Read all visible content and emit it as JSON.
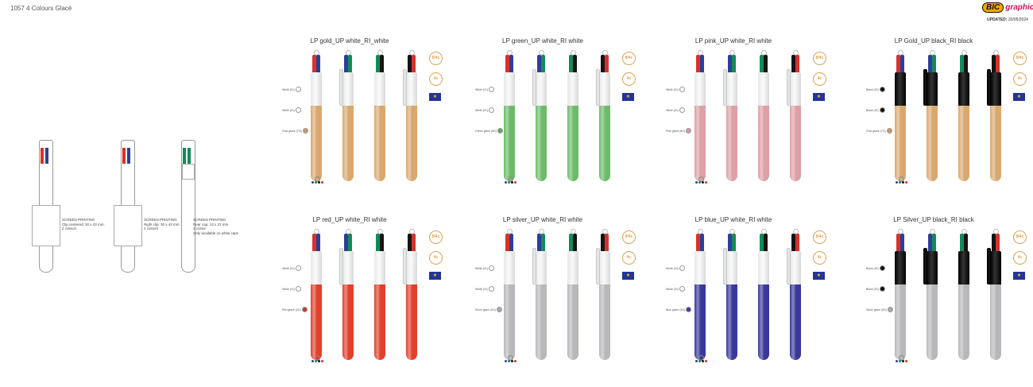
{
  "header": {
    "title": "1057 4 Colours Glacé",
    "logo_brand": "BIC",
    "logo_sub": "graphic",
    "updated_label": "UPDATED:",
    "updated_date": "20/05/2024"
  },
  "tech": [
    {
      "text": [
        "SCREEN PRINTING",
        "Clip centered: 30 x 43 mm.",
        "2 colours"
      ]
    },
    {
      "text": [
        "SCREEN PRINTING",
        "Right clip: 30 x 43 mm.",
        "2 colours"
      ]
    },
    {
      "text": [
        "SCREEN PRINTING",
        "Rear cap: 13 x 22 mm.",
        "1 colour",
        "Only available on white caps"
      ]
    }
  ],
  "colors": {
    "red": "#d8322a",
    "blue": "#2c3f97",
    "green": "#138a5a",
    "black": "#151515"
  },
  "panels": [
    {
      "title": "LP gold_UP white_RI_white",
      "caps": "white",
      "barrel": "#d9a870",
      "swatches": [
        "White (01)",
        "White (01)",
        "Gold glacé (7G)"
      ],
      "swatch_colors": [
        "#fff",
        "#fff",
        "#c89a62"
      ]
    },
    {
      "title": "LP green_UP white_RI white",
      "caps": "white",
      "barrel": "#6dbb6a",
      "swatches": [
        "White (01)",
        "White (01)",
        "Green glacé (8G)"
      ],
      "swatch_colors": [
        "#fff",
        "#fff",
        "#5aaa58"
      ]
    },
    {
      "title": "LP pink_UP white_RI white",
      "caps": "white",
      "barrel": "#dca0a6",
      "swatches": [
        "White (01)",
        "White (01)",
        "Pink glacé (6G)"
      ],
      "swatch_colors": [
        "#fff",
        "#fff",
        "#d39aa0"
      ]
    },
    {
      "title": "LP Gold_UP black_RI black",
      "caps": "black",
      "barrel": "#d9a870",
      "swatches": [
        "Black (02)",
        "Black (02)",
        "Gold glacé (7G)"
      ],
      "swatch_colors": [
        "#111",
        "#111",
        "#c89a62"
      ]
    },
    {
      "title": "LP red_UP white_RI white",
      "caps": "white",
      "barrel": "#e0412c",
      "swatches": [
        "White (01)",
        "White (01)",
        "Red glacé (3G)"
      ],
      "swatch_colors": [
        "#fff",
        "#fff",
        "#c9392a"
      ]
    },
    {
      "title": "LP silver_UP white_RI white",
      "caps": "white",
      "barrel": "#b8b8bc",
      "swatches": [
        "White (01)",
        "White (01)",
        "Silver glacé (0G)"
      ],
      "swatch_colors": [
        "#fff",
        "#fff",
        "#aaa"
      ]
    },
    {
      "title": "LP blue_UP white_RI white",
      "caps": "white",
      "barrel": "#38399a",
      "swatches": [
        "White (01)",
        "White (01)",
        "Blue glacé (4G)"
      ],
      "swatch_colors": [
        "#fff",
        "#fff",
        "#3a3da0"
      ]
    },
    {
      "title": "LP Silver_UP black_RI black",
      "caps": "black",
      "barrel": "#b8b8bc",
      "swatches": [
        "Black (02)",
        "Black (02)",
        "Silver glacé (0G)"
      ],
      "swatch_colors": [
        "#111",
        "#111",
        "#aaa"
      ]
    }
  ],
  "icons": {
    "badge1": "8/4c",
    "badge2": "4c",
    "eu": "★"
  }
}
